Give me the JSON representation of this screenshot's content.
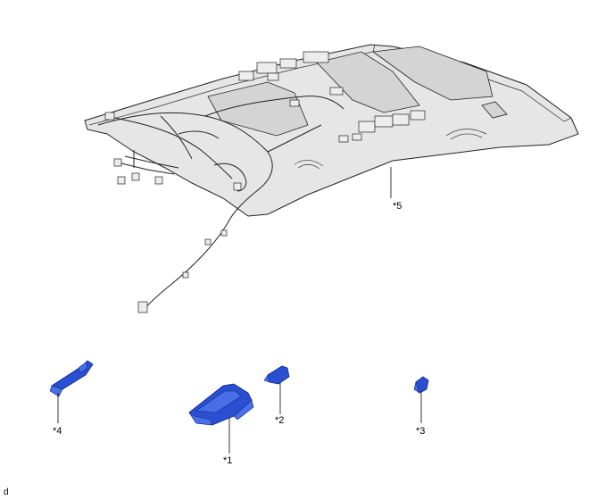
{
  "callouts": {
    "c1": "*1",
    "c2": "*2",
    "c3": "*3",
    "c4": "*4",
    "c5": "*5"
  },
  "footer": {
    "code": "d"
  },
  "colors": {
    "highlight_part": "#2a4fd0",
    "line": "#222222",
    "headliner_fill": "#e6e6e6"
  }
}
